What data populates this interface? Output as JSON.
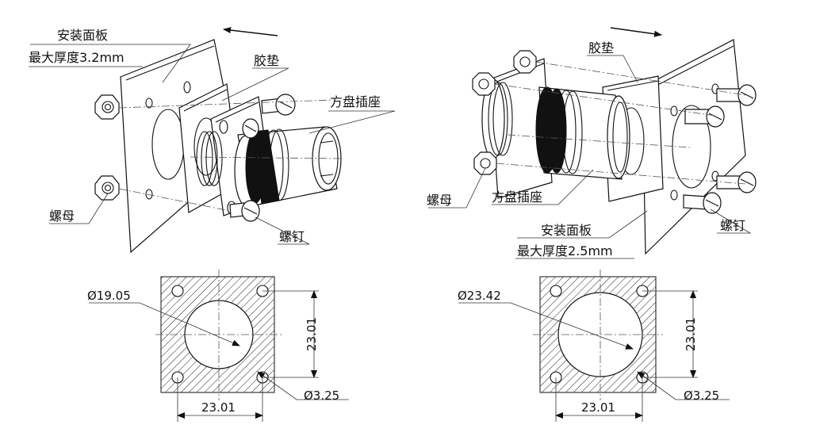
{
  "left_assembly": {
    "panel_label": "安装面板",
    "panel_thickness": "最大厚度3.2mm",
    "gasket_label": "胶垫",
    "receptacle_label": "方盘插座",
    "nut_label": "螺母",
    "screw_label": "螺钉"
  },
  "right_assembly": {
    "gasket_label": "胶垫",
    "nut_label": "螺母",
    "receptacle_label": "方盘插座",
    "panel_label": "安装面板",
    "panel_thickness": "最大厚度2.5mm",
    "screw_label": "螺钉"
  },
  "left_cutout": {
    "center_hole_dia": "Ø19.05",
    "mount_hole_dia": "Ø3.25",
    "hole_spacing_horizontal": "23.01",
    "hole_spacing_vertical": "23.01"
  },
  "right_cutout": {
    "center_hole_dia": "Ø23.42",
    "mount_hole_dia": "Ø3.25",
    "hole_spacing_horizontal": "23.01",
    "hole_spacing_vertical": "23.01"
  }
}
